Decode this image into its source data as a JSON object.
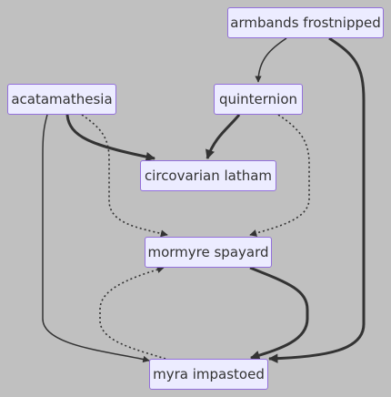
{
  "diagram": {
    "type": "flowchart",
    "nodes": [
      {
        "id": "armbands",
        "label": "armbands frostnipped"
      },
      {
        "id": "acata",
        "label": "acatamathesia"
      },
      {
        "id": "quint",
        "label": "quinternion"
      },
      {
        "id": "circo",
        "label": "circovarian latham"
      },
      {
        "id": "mormyre",
        "label": "mormyre spayard"
      },
      {
        "id": "myra",
        "label": "myra impastoed"
      }
    ],
    "edges": [
      {
        "from": "armbands",
        "to": "quint",
        "style": "normal"
      },
      {
        "from": "armbands",
        "to": "myra",
        "style": "thick"
      },
      {
        "from": "acata",
        "to": "circo",
        "style": "thick"
      },
      {
        "from": "acata",
        "to": "mormyre",
        "style": "dotted"
      },
      {
        "from": "acata",
        "to": "myra",
        "style": "normal"
      },
      {
        "from": "quint",
        "to": "circo",
        "style": "thick"
      },
      {
        "from": "quint",
        "to": "mormyre",
        "style": "dotted"
      },
      {
        "from": "mormyre",
        "to": "myra",
        "style": "thick"
      },
      {
        "from": "myra",
        "to": "mormyre",
        "style": "dotted"
      }
    ],
    "colors": {
      "background": "#c0c0c0",
      "node_fill": "#ececff",
      "node_border": "#9370db",
      "edge": "#333333",
      "text": "#333333"
    }
  }
}
